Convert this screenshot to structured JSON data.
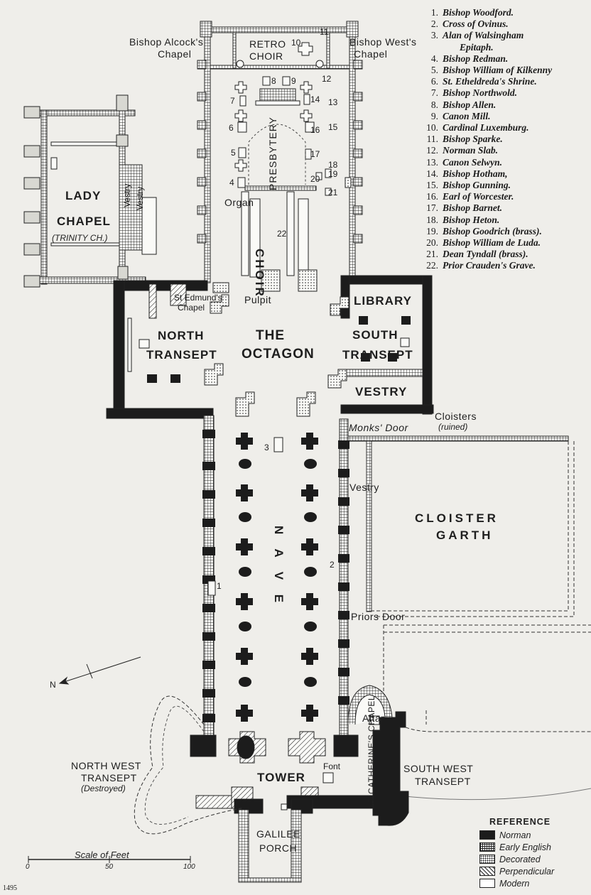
{
  "map": {
    "labels": {
      "lady_chapel": "LADY",
      "lady_chapel_2": "CHAPEL",
      "trinity": "(TRINITY CH.)",
      "vestry_a": "Vestry",
      "vestry_b": "Vestry",
      "alcock": "Bishop Alcock's",
      "alcock_2": "Chapel",
      "retro": "RETRO",
      "retro_2": "CHOIR",
      "west_chapel": "Bishop West's",
      "west_chapel_2": "Chapel",
      "presbytery": "PRESBYTERY",
      "choir": "CHOIR",
      "organ": "Organ",
      "pulpit": "Pulpit",
      "st_edmunds": "St Edmund's",
      "st_edmunds_2": "Chapel",
      "north_transept": "NORTH",
      "north_transept_2": "TRANSEPT",
      "octagon": "THE",
      "octagon_2": "OCTAGON",
      "library": "LIBRARY",
      "south_transept": "SOUTH",
      "south_transept_2": "TRANSEPT",
      "vestry_main": "VESTRY",
      "cloisters": "Cloisters",
      "cloisters_ruined": "(ruined)",
      "monks_door": "Monks' Door",
      "vestry_small": "Vestry",
      "cloister_garth": "CLOISTER",
      "cloister_garth_2": "GARTH",
      "nave": "N A V E",
      "priors_door": "Priors Door",
      "north_arrow": "N",
      "altar": "Altar",
      "st_catherines": "ST CATHERINE'S CHAPEL",
      "font": "Font",
      "tower": "TOWER",
      "sw_transept": "SOUTH WEST",
      "sw_transept_2": "TRANSEPT",
      "nw_transept": "NORTH WEST",
      "nw_transept_2": "TRANSEPT",
      "nw_destroyed": "(Destroyed)",
      "galilee": "GALILEE",
      "galilee_2": "PORCH",
      "m1": "1",
      "m2": "2",
      "m3": "3",
      "m4": "4",
      "m5": "5",
      "m6": "6",
      "m7": "7",
      "m8": "8",
      "m9": "9",
      "m10": "10",
      "m11": "11",
      "m12": "12",
      "m13": "13",
      "m14": "14",
      "m15": "15",
      "m16": "16",
      "m17": "17",
      "m18": "18",
      "m19": "19",
      "m20": "20",
      "m21": "21",
      "m22": "22"
    },
    "key": [
      {
        "num": "1.",
        "text": "Bishop Woodford."
      },
      {
        "num": "2.",
        "text": "Cross of Ovinus."
      },
      {
        "num": "3.",
        "text": "Alan of Walsingham"
      },
      {
        "num": "",
        "text": "Epitaph."
      },
      {
        "num": "4.",
        "text": "Bishop Redman."
      },
      {
        "num": "5.",
        "text": "Bishop William of Kilkenny"
      },
      {
        "num": "6.",
        "text": "St. Etheldreda's Shrine."
      },
      {
        "num": "7.",
        "text": "Bishop Northwold."
      },
      {
        "num": "8.",
        "text": "Bishop Allen."
      },
      {
        "num": "9.",
        "text": "Canon Mill."
      },
      {
        "num": "10.",
        "text": "Cardinal Luxemburg."
      },
      {
        "num": "11.",
        "text": "Bishop Sparke."
      },
      {
        "num": "12.",
        "text": "Norman Slab."
      },
      {
        "num": "13.",
        "text": "Canon Selwyn."
      },
      {
        "num": "14.",
        "text": "Bishop Hotham,"
      },
      {
        "num": "15.",
        "text": "Bishop Gunning."
      },
      {
        "num": "16.",
        "text": "Earl of Worcester."
      },
      {
        "num": "17.",
        "text": "Bishop Barnet."
      },
      {
        "num": "18.",
        "text": "Bishop Heton."
      },
      {
        "num": "19.",
        "text": "Bishop Goodrich (brass)."
      },
      {
        "num": "20.",
        "text": "Bishop William de Luda."
      },
      {
        "num": "21.",
        "text": "Dean Tyndall (brass)."
      },
      {
        "num": "22.",
        "text": "Prior Crauden's Grave."
      }
    ],
    "reference": {
      "title": "REFERENCE",
      "items": [
        "Norman",
        "Early English",
        "Decorated",
        "Perpendicular",
        "Modern"
      ]
    },
    "scale": {
      "title": "Scale of Feet",
      "ticks": [
        "0",
        "50",
        "100"
      ]
    },
    "page_number": "1495"
  }
}
